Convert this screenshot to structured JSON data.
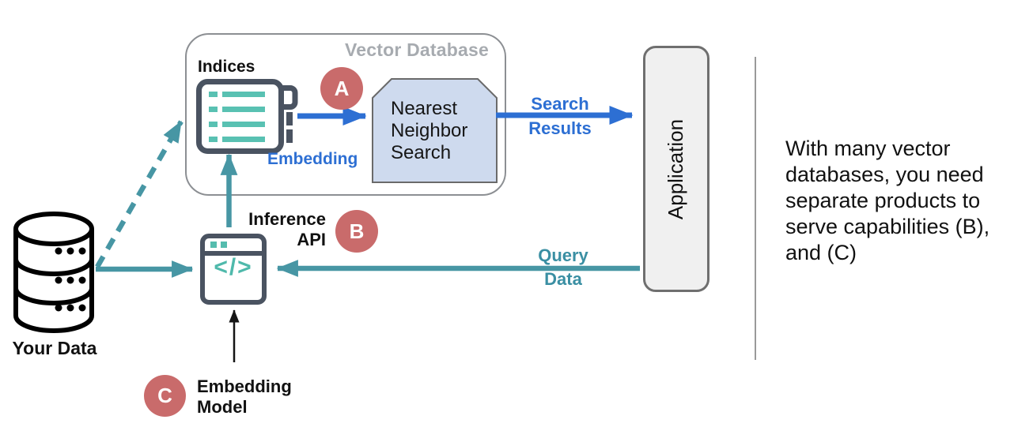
{
  "diagram": {
    "vector_database": {
      "title": "Vector Database"
    },
    "indices": {
      "label": "Indices"
    },
    "nearest_neighbor_search": {
      "label": "Nearest Neighbor Search"
    },
    "embedding_arrow": {
      "label": "Embedding",
      "badge": "A"
    },
    "search_results": {
      "lines": [
        "Search",
        "Results"
      ]
    },
    "application": {
      "label": "Application"
    },
    "inference_api": {
      "lines": [
        "Inference",
        "API"
      ],
      "badge": "B",
      "code_glyph": "</>"
    },
    "query_data": {
      "lines": [
        "Query",
        "Data"
      ]
    },
    "your_data": {
      "label": "Your Data"
    },
    "embedding_model": {
      "lines": [
        "Embedding",
        "Model"
      ],
      "badge": "C"
    },
    "note": {
      "lines": [
        "With many vector",
        "databases, you need",
        "separate products to",
        "serve capabilities (B),",
        "and (C)"
      ]
    }
  },
  "colors": {
    "blue_arrow": "#2d6fd3",
    "teal_arrow": "#4796a4",
    "teal_text": "#3a8fa3",
    "mint_icon": "#59c1b2",
    "slate_icon_border": "#4a5361",
    "badge_red": "#c96b6b",
    "nns_fill": "#cedaee",
    "application_fill": "#f0f0f0",
    "container_border": "#8c8f93",
    "container_title_gray": "#a7abb0",
    "database_icon_black": "#000000"
  }
}
